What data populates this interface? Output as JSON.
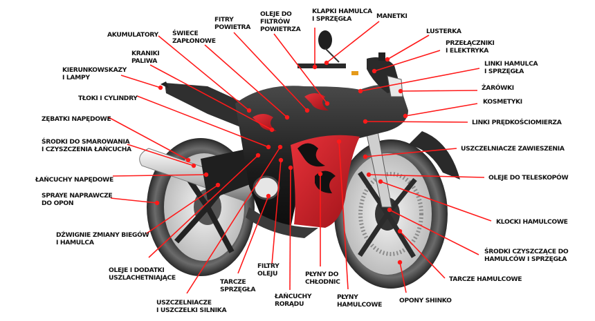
{
  "diagram": {
    "subject": "Motorcycle parts diagram",
    "colors": {
      "accent": "#ff1a1a",
      "body": "#1a1a1a",
      "trim": "#d4262c",
      "text": "#111111"
    },
    "labels": [
      {
        "id": "akumulatory",
        "lines": [
          "AKUMULATORY"
        ]
      },
      {
        "id": "swiece",
        "lines": [
          "ŚWIECE",
          "ZAPŁONOWE"
        ]
      },
      {
        "id": "fitry",
        "lines": [
          "FITRY",
          "POWIETRA"
        ]
      },
      {
        "id": "oleje-filtrow",
        "lines": [
          "OLEJE DO",
          "FILTRÓW",
          "POWIETRZA"
        ]
      },
      {
        "id": "klapki",
        "lines": [
          "KLAPKI HAMULCA",
          "I SPRZĘGŁA"
        ]
      },
      {
        "id": "manetki",
        "lines": [
          "MANETKI"
        ]
      },
      {
        "id": "lusterka",
        "lines": [
          "LUSTERKA"
        ]
      },
      {
        "id": "przelaczniki",
        "lines": [
          "PRZEŁĄCZNIKI",
          "I ELEKTRYKA"
        ]
      },
      {
        "id": "linki-hamulca",
        "lines": [
          "LINKI HAMULCA",
          "I SPRZĘGŁA"
        ]
      },
      {
        "id": "zarowki",
        "lines": [
          "ŻARÓWKI"
        ]
      },
      {
        "id": "kosmetyki",
        "lines": [
          "KOSMETYKI"
        ]
      },
      {
        "id": "linki-predkosciomierza",
        "lines": [
          "LINKI PRĘDKOŚCIOMIERZA"
        ]
      },
      {
        "id": "uszczelniacze-zawieszenia",
        "lines": [
          "USZCZELNIACZE ZAWIESZENIA"
        ]
      },
      {
        "id": "oleje-teleskopow",
        "lines": [
          "OLEJE DO TELESKOPÓW"
        ]
      },
      {
        "id": "klocki",
        "lines": [
          "KLOCKI HAMULCOWE"
        ]
      },
      {
        "id": "srodki-czyszczace",
        "lines": [
          "ŚRODKI CZYSZCZĄCE DO",
          "HAMULCÓW I SPRZĘGŁA"
        ]
      },
      {
        "id": "tarcze-hamulcowe",
        "lines": [
          "TARCZE HAMULCOWE"
        ]
      },
      {
        "id": "opony",
        "lines": [
          "OPONY SHINKO"
        ]
      },
      {
        "id": "plyny-hamulcowe",
        "lines": [
          "PŁYNY",
          "HAMULCOWE"
        ]
      },
      {
        "id": "plyny-chlodnic",
        "lines": [
          "PŁYNY DO",
          "CHŁODNIC"
        ]
      },
      {
        "id": "lancuchy-rozrzadu",
        "lines": [
          "ŁAŃCUCHY",
          "RORĄDU"
        ]
      },
      {
        "id": "filtry-oleju",
        "lines": [
          "FILTRY",
          "OLEJU"
        ]
      },
      {
        "id": "tarcze-sprzegla",
        "lines": [
          "TARCZE",
          "SPRZĘGŁA"
        ]
      },
      {
        "id": "uszczelniacze-silnika",
        "lines": [
          "USZCZELNIACZE",
          "I USZCZELKI SILNIKA"
        ]
      },
      {
        "id": "oleje-dodatki",
        "lines": [
          "OLEJE I DODATKI",
          "USZLACHETNIAJĄCE"
        ]
      },
      {
        "id": "dzwignie",
        "lines": [
          "DŹWIGNIE ZMIANY BIEGÓW",
          "I HAMULCA"
        ]
      },
      {
        "id": "spraye",
        "lines": [
          "SPRAYE NAPRAWCZE",
          "DO OPON"
        ]
      },
      {
        "id": "lancuchy-napedowe",
        "lines": [
          "ŁAŃCUCHY NAPĘDOWE"
        ]
      },
      {
        "id": "srodki-smarowania",
        "lines": [
          "ŚRODKI DO SMAROWANIA",
          "I CZYSZCZENIA ŁAŃCUCHA"
        ]
      },
      {
        "id": "zebatki",
        "lines": [
          "ZĘBATKI NAPĘDOWE"
        ]
      },
      {
        "id": "tloki",
        "lines": [
          "TŁOKI I CYLINDRY"
        ]
      },
      {
        "id": "kierunkowskazy",
        "lines": [
          "KIERUNKOWSKAZY",
          "I LAMPY"
        ]
      },
      {
        "id": "kraniki",
        "lines": [
          "KRANIKI",
          "PALIWA"
        ]
      }
    ]
  }
}
